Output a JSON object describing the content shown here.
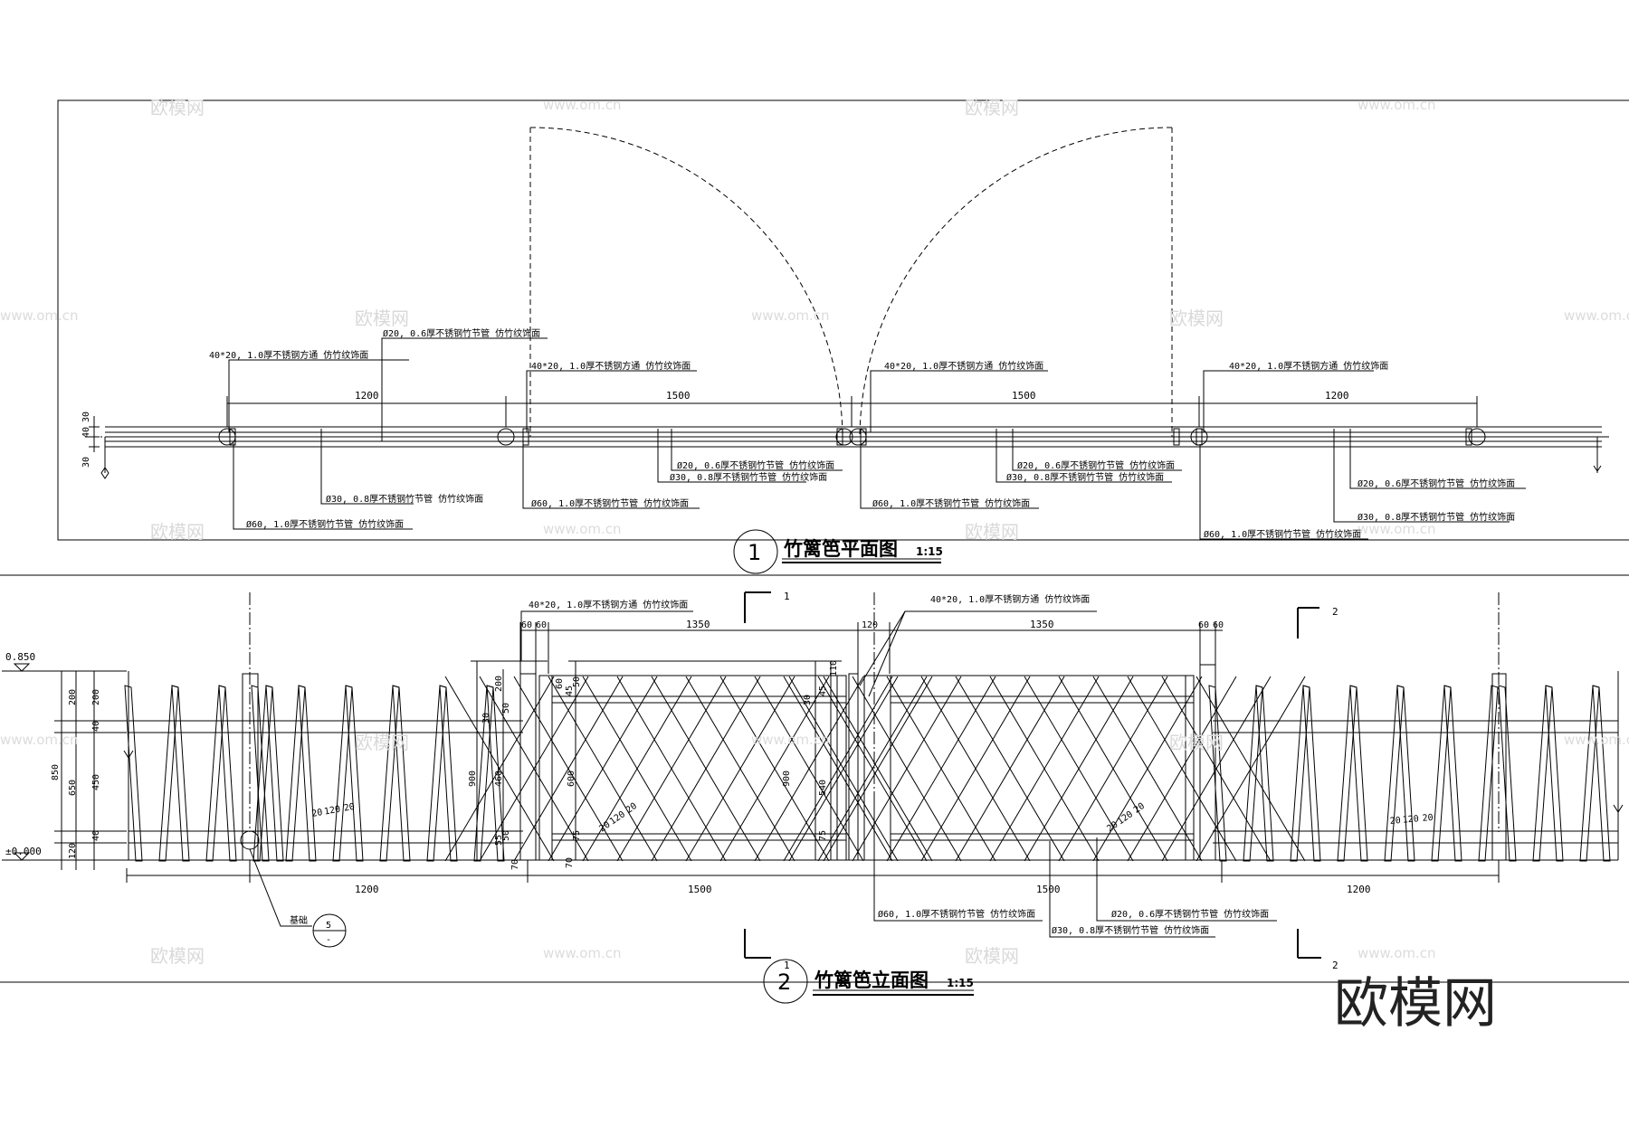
{
  "watermark": {
    "brand": "欧模网",
    "url": "www.om.cn"
  },
  "plan": {
    "title": "竹篱笆平面图",
    "number": "1",
    "scale": "1:15",
    "dims": [
      "1200",
      "1500",
      "1500",
      "1200"
    ],
    "left_dims": [
      "30",
      "40",
      "30"
    ],
    "labels": {
      "sq_tube": "40*20, 1.0厚不锈钢方通 仿竹纹饰面",
      "d20": "Ø20, 0.6厚不锈钢竹节管 仿竹纹饰面",
      "d30": "Ø30, 0.8厚不锈钢竹节管 仿竹纹饰面",
      "d60": "Ø60, 1.0厚不锈钢竹节管 仿竹纹饰面"
    }
  },
  "elev": {
    "title": "竹篱笆立面图",
    "number": "2",
    "scale": "1:15",
    "levels": [
      "0.850",
      "±0.000"
    ],
    "bottom_dims": [
      "1200",
      "1500",
      "1500",
      "1200"
    ],
    "top_dims": [
      "60",
      "60",
      "1350",
      "120",
      "1350",
      "60",
      "60"
    ],
    "left_dims": [
      "200",
      "200",
      "40",
      "450",
      "850",
      "650",
      "40",
      "120"
    ],
    "gate_dims": [
      "200",
      "50",
      "900",
      "460",
      "50",
      "30",
      "55",
      "70"
    ],
    "inner_dims": [
      "60",
      "45",
      "50",
      "600",
      "900",
      "540",
      "110",
      "30",
      "45",
      "75",
      "70",
      "75"
    ],
    "small_dims": [
      "20",
      "120",
      "20"
    ],
    "section_marks": [
      "1",
      "1",
      "2",
      "2"
    ],
    "foundation": {
      "label": "基础",
      "num": "5",
      "sheet": "-"
    },
    "labels": {
      "sq_tube": "40*20, 1.0厚不锈钢方通 仿竹纹饰面",
      "d60": "Ø60, 1.0厚不锈钢竹节管 仿竹纹饰面",
      "d20": "Ø20, 0.6厚不锈钢竹节管 仿竹纹饰面",
      "d30": "Ø30, 0.8厚不锈钢竹节管 仿竹纹饰面"
    }
  }
}
